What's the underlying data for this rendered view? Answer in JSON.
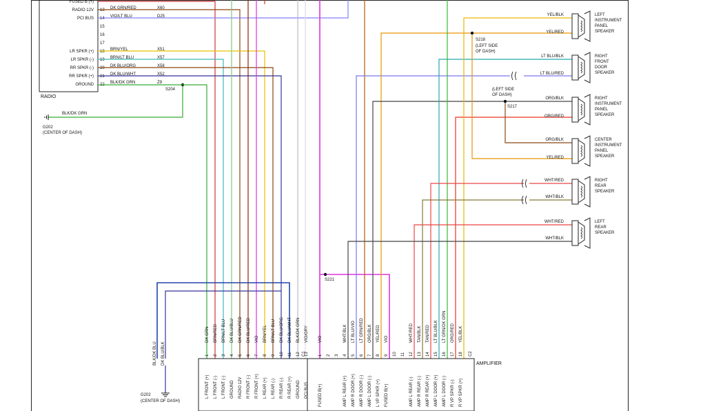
{
  "radio": {
    "title": "RADIO",
    "rows": [
      {
        "pin": "",
        "label": "FUSED B (+)",
        "wire": "",
        "circuit": "",
        "color": "#cc3333"
      },
      {
        "pin": "13",
        "label": "RADIO 12V",
        "wire": "DK GRN/RED",
        "circuit": "X60",
        "color": "#8b4513"
      },
      {
        "pin": "14",
        "label": "PCI BUS",
        "wire": "VIO/LT BLU",
        "circuit": "D25",
        "color": "#8080ff"
      },
      {
        "pin": "15",
        "label": "",
        "wire": "",
        "circuit": "",
        "color": ""
      },
      {
        "pin": "16",
        "label": "",
        "wire": "",
        "circuit": "",
        "color": ""
      },
      {
        "pin": "17",
        "label": "",
        "wire": "",
        "circuit": "",
        "color": ""
      },
      {
        "pin": "18",
        "label": "LR SPKR (+)",
        "wire": "BRN/YEL",
        "circuit": "X51",
        "color": "#8b4513"
      },
      {
        "pin": "19",
        "label": "LR SPKR (-)",
        "wire": "BRN/LT BLU",
        "circuit": "X57",
        "color": "#e6c200"
      },
      {
        "pin": "20",
        "label": "RR SPKR (-)",
        "wire": "DK BLU/ORG",
        "circuit": "X58",
        "color": "#3cb8b8"
      },
      {
        "pin": "21",
        "label": "RR SPKR (+)",
        "wire": "DK BLU/WHT",
        "circuit": "X52",
        "color": "#8b4513"
      },
      {
        "pin": "22",
        "label": "GROUND",
        "wire": "BLK/DK GRN",
        "circuit": "Z9",
        "color": "#33aa33"
      }
    ],
    "splice": "S204",
    "ground_wire": "BLK/DK GRN",
    "ground_name": "G202",
    "ground_loc": "(CENTER OF DASH)"
  },
  "speakers": [
    {
      "name": [
        "LEFT",
        "INSTRUMENT",
        "PANEL",
        "SPEAKER"
      ],
      "pos": "YEL/BLK",
      "neg": "YEL/RED"
    },
    {
      "name": [
        "RIGHT",
        "FRONT",
        "DOOR",
        "SPEAKER"
      ],
      "pos": "LT BLU/BLK",
      "neg": "LT BLU/RED"
    },
    {
      "name": [
        "RIGHT",
        "INSTRUMENT",
        "PANEL",
        "SPEAKER"
      ],
      "pos": "ORG/BLK",
      "neg": "ORG/RED"
    },
    {
      "name": [
        "CENTER",
        "INSTRUMENT",
        "PANEL",
        "SPEAKER"
      ],
      "pos": "ORG/BLK",
      "neg": "YEL/RED"
    },
    {
      "name": [
        "RIGHT",
        "REAR",
        "SPEAKER"
      ],
      "pos": "WHT/RED",
      "neg": "WHT/BLK"
    },
    {
      "name": [
        "LEFT",
        "REAR",
        "SPEAKER"
      ],
      "pos": "WHT/RED",
      "neg": "WHT/BLK"
    }
  ],
  "splices": {
    "s218": {
      "name": "S218",
      "loc": [
        "(LEFT SIDE",
        "OF DASH)"
      ]
    },
    "s217": {
      "name": "S217",
      "loc": [
        "(LEFT SIDE",
        "OF DASH)"
      ]
    },
    "s221": {
      "name": "S221"
    }
  },
  "amplifier": {
    "title": "AMPLIFIER",
    "c1": {
      "name": "C1",
      "pins": [
        {
          "num": "1",
          "wire": "DK GRN",
          "func": "L FRONT (+)",
          "color": "#33aa33"
        },
        {
          "num": "2",
          "wire": "BRN/RED",
          "func": "L FRONT (-)",
          "color": "#cc3333"
        },
        {
          "num": "3",
          "wire": "BRN/LT BLU",
          "func": "L FRONT (-)",
          "color": "#8b4513"
        },
        {
          "num": "4",
          "wire": "DK BLU/BLU",
          "func": "GROUND",
          "color": "#7fc97f"
        },
        {
          "num": "5",
          "wire": "DK GRN/RED",
          "func": "RADIO 12V",
          "color": "#a0522d"
        },
        {
          "num": "6",
          "wire": "DK BLU/RED",
          "func": "R FRONT (-)",
          "color": "#8b2500"
        },
        {
          "num": "7",
          "wire": "VIO",
          "func": "R FRONT (+)",
          "color": "#dd33dd"
        },
        {
          "num": "8",
          "wire": "BRN/YEL",
          "func": "L REAR (+)",
          "color": "#e6c200"
        },
        {
          "num": "9",
          "wire": "BRN/LT BLU",
          "func": "L REAR (-)",
          "color": "#a0522d"
        },
        {
          "num": "10",
          "wire": "DK BLU/ORG",
          "func": "R REAR (-)",
          "color": "#cc8800"
        },
        {
          "num": "11",
          "wire": "DK BLU/WHT",
          "func": "R REAR (+)",
          "color": "#333399"
        },
        {
          "num": "12",
          "wire": "BLK/DK GRN",
          "func": "GROUND",
          "color": "#2244aa"
        },
        {
          "num": "13",
          "wire": "VIO/GRY",
          "func": "PCI BUS",
          "color": "#bbbbbb"
        }
      ]
    },
    "c2": {
      "name": "C2",
      "pins": [
        {
          "num": "1",
          "wire": "VIO",
          "func": "FUSED B(+)",
          "color": "#dd33dd"
        },
        {
          "num": "2",
          "wire": "",
          "func": "",
          "color": ""
        },
        {
          "num": "3",
          "wire": "",
          "func": "",
          "color": ""
        },
        {
          "num": "4",
          "wire": "WHT/BLK",
          "func": "AMP L REAR (+)",
          "color": "#444444"
        },
        {
          "num": "5",
          "wire": "LT BLU/VIO",
          "func": "AMP R DOOR (+)",
          "color": "#7777ee"
        },
        {
          "num": "6",
          "wire": "LT GRN/RED",
          "func": "AMP R DOOR (-)",
          "color": "#cc3333"
        },
        {
          "num": "7",
          "wire": "ORG/BLK",
          "func": "AMP L DOOR (-)",
          "color": "#b35900"
        },
        {
          "num": "8",
          "wire": "YEL/RED",
          "func": "L VP SPKR (+)",
          "color": "#e69500"
        },
        {
          "num": "9",
          "wire": "VIO",
          "func": "FUSED B(+)",
          "color": "#dd33dd"
        },
        {
          "num": "10",
          "wire": "",
          "func": "",
          "color": ""
        },
        {
          "num": "11",
          "wire": "",
          "func": "",
          "color": ""
        },
        {
          "num": "12",
          "wire": "WHT/RED",
          "func": "AMP L REAR (-)",
          "color": "#ee4444"
        },
        {
          "num": "13",
          "wire": "TAN/BLK",
          "func": "AMP R REAR (-)",
          "color": "#887733"
        },
        {
          "num": "14",
          "wire": "TAN/RED",
          "func": "AMP R REAR (+)",
          "color": "#cc6644"
        },
        {
          "num": "15",
          "wire": "LT BLU/BLK",
          "func": "AMP L DOOR (+)",
          "color": "#22aaaa"
        },
        {
          "num": "16",
          "wire": "LT GRN/DK GRN",
          "func": "AMP L DOOR (-)",
          "color": "#33bb33"
        },
        {
          "num": "17",
          "wire": "ORG/RED",
          "func": "R VP SPKR (-)",
          "color": "#ee3322"
        },
        {
          "num": "18",
          "wire": "YEL/BLK",
          "func": "R VP SPKR (+)",
          "color": "#e6b800"
        }
      ]
    }
  },
  "bottom_ground": {
    "w1": "BLK/DK BLU",
    "w2": "DK BLU/BLK",
    "name": "G202",
    "loc": "(CENTER OF DASH)"
  }
}
